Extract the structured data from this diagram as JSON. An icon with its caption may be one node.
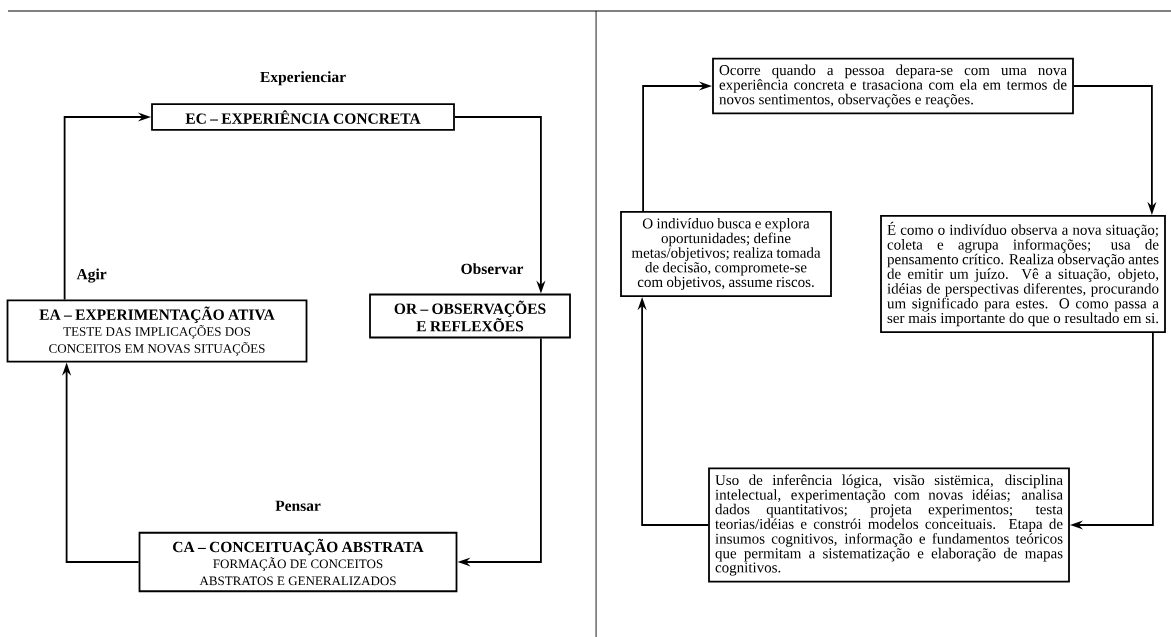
{
  "diagram": {
    "nodes": [
      {
        "text": [
          "EC – EXPERIÊNCIA CONCRETA"
        ],
        "beside": [
          "Experienciar"
        ]
      },
      {
        "text": [
          "OR – OBSERVAÇÕES E REFLEXÕES"
        ],
        "beside": [
          "Observar"
        ]
      },
      {
        "text": [
          "CA – CONCEITUAÇÃO ABSTRATA",
          "FORMAÇÃO DE CONCEITOS ABSTRATOS E GENERALIZADOS"
        ],
        "beside": [
          "Pensar"
        ]
      },
      {
        "text": [
          "EA – EXPERIMENTAÇÃO ATIVA",
          "TESTE DAS IMPLICAÇÕES DOS CONCEITOS EM NOVAS SITUAÇÕES"
        ],
        "beside": [
          "Agir"
        ]
      },
      {
        "text": [
          "Ocorre quando a pessoa depara-se com uma nova experiência concreta e trasaciona com ela em termos de novos sentimentos, observações e reações."
        ]
      },
      {
        "text": [
          "É como o indivíduo observa a nova situação; coleta e agrupa informações; usa de pensamento crítico. Realiza observação antes de emitir um juízo. Vê a situação, objeto, idéias de perspectivas diferentes, procurando um significado para estes. O como passa a ser mais importante do que o resultado em si."
        ]
      },
      {
        "text": [
          "Uso de inferência lógica, visão sistëmica, disciplina intelectual, experimentação com novas idéias; analisa dados quantitativos; projeta experimentos; testa teorias/idéias e constrói modelos conceituais. Etapa de insumos cognitivos, informação e fundamentos teóricos que permitam a sistematização e elaboração de mapas cognitivos."
        ]
      },
      {
        "text": [
          "O indivíduo busca e explora oportunidades; define metas/objetivos; realiza tomada de decisão, compromete-se com objetivos, assume riscos."
        ]
      }
    ],
    "edges": [
      {
        "from": 0,
        "to": 1,
        "arrow": "to"
      },
      {
        "from": 1,
        "to": 2,
        "arrow": "to"
      },
      {
        "from": 2,
        "to": 3,
        "arrow": "to"
      },
      {
        "from": 3,
        "to": 0,
        "arrow": "to"
      },
      {
        "from": 4,
        "to": 5,
        "arrow": "to"
      },
      {
        "from": 5,
        "to": 6,
        "arrow": "to"
      },
      {
        "from": 6,
        "to": 7,
        "arrow": "to"
      },
      {
        "from": 7,
        "to": 4,
        "arrow": "to"
      }
    ]
  }
}
